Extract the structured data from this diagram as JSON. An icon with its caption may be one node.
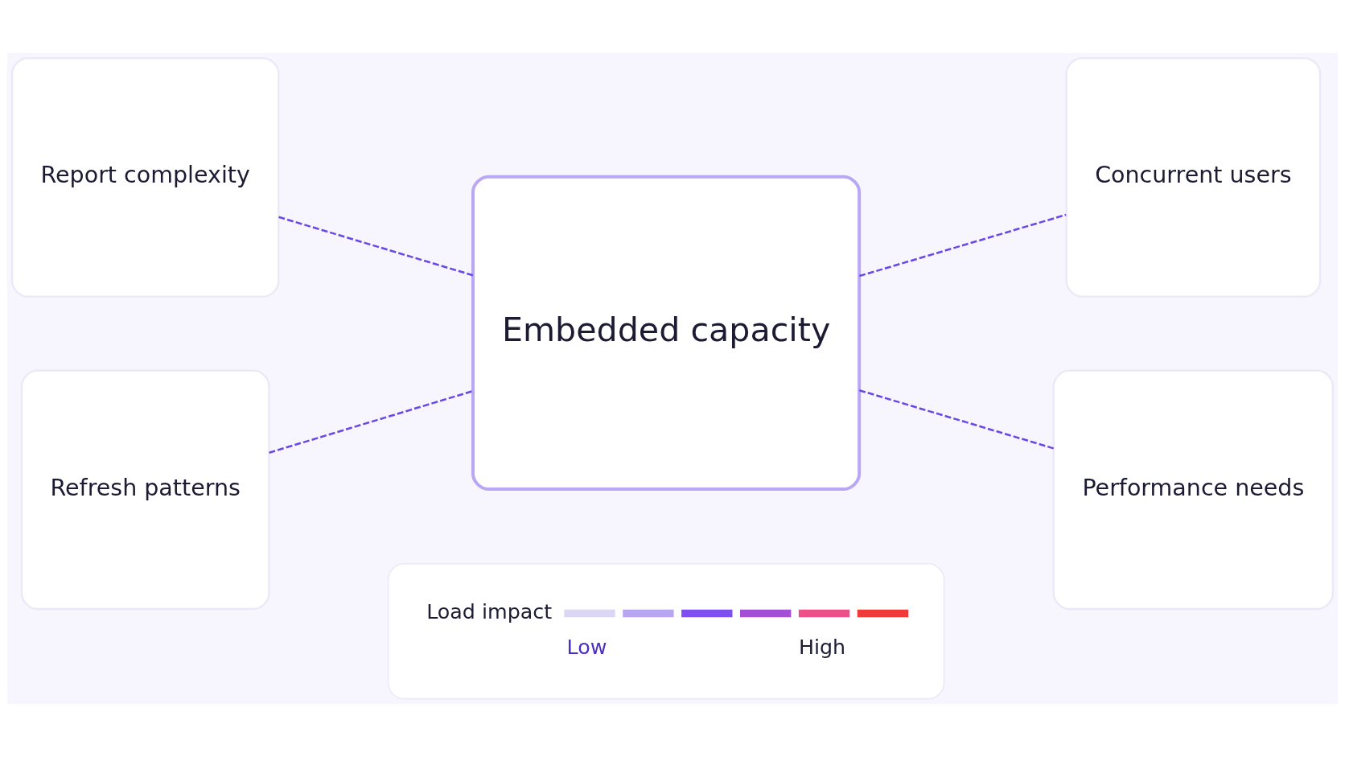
{
  "diagram": {
    "nodes": [
      {
        "text": [
          "Report complexity"
        ]
      },
      {
        "text": [
          "Concurrent users"
        ]
      },
      {
        "text": [
          "Embedded capacity"
        ]
      },
      {
        "text": [
          "Refresh patterns"
        ]
      },
      {
        "text": [
          "Performance needs"
        ]
      },
      {
        "text": [
          "Load impact",
          "Low",
          "High"
        ]
      }
    ],
    "edges": [
      {
        "from": 0,
        "to": 2,
        "arrow": "none",
        "style": "dashed"
      },
      {
        "from": 2,
        "to": 1,
        "arrow": "none",
        "style": "dashed"
      },
      {
        "from": 3,
        "to": 2,
        "arrow": "none",
        "style": "dashed"
      },
      {
        "from": 2,
        "to": 4,
        "arrow": "none",
        "style": "dashed"
      }
    ]
  }
}
